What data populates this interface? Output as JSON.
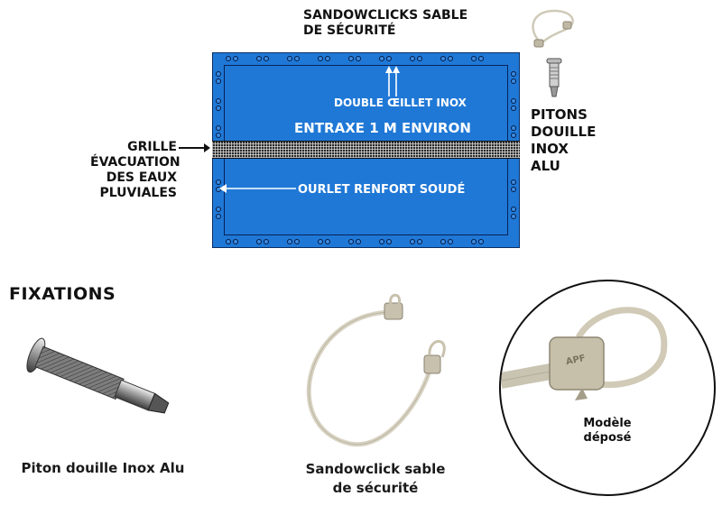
{
  "diagram": {
    "label_sandowclicks": [
      "SANDOWCLICKS SABLE",
      "DE SÉCURITÉ"
    ],
    "label_double_oeillet": "DOUBLE ŒILLET INOX",
    "label_entraxe": "ENTRAXE 1 M ENVIRON",
    "label_ourlet": "OURLET RENFORT SOUDÉ",
    "label_grille": [
      "GRILLE",
      "ÉVACUATION",
      "DES EAUX",
      "PLUVIALES"
    ],
    "label_pitons": [
      "PITONS",
      "DOUILLE",
      "INOX",
      "ALU"
    ],
    "colors": {
      "cover": "#1f78d6",
      "cover_border": "#06225a"
    }
  },
  "section": {
    "title": "FIXATIONS"
  },
  "products": {
    "piton_caption": "Piton douille Inox Alu",
    "sandow_caption": [
      "Sandowclick sable",
      "de sécurité"
    ],
    "detail_caption": [
      "Modèle",
      "déposé"
    ],
    "detail_stamp": "APF"
  }
}
